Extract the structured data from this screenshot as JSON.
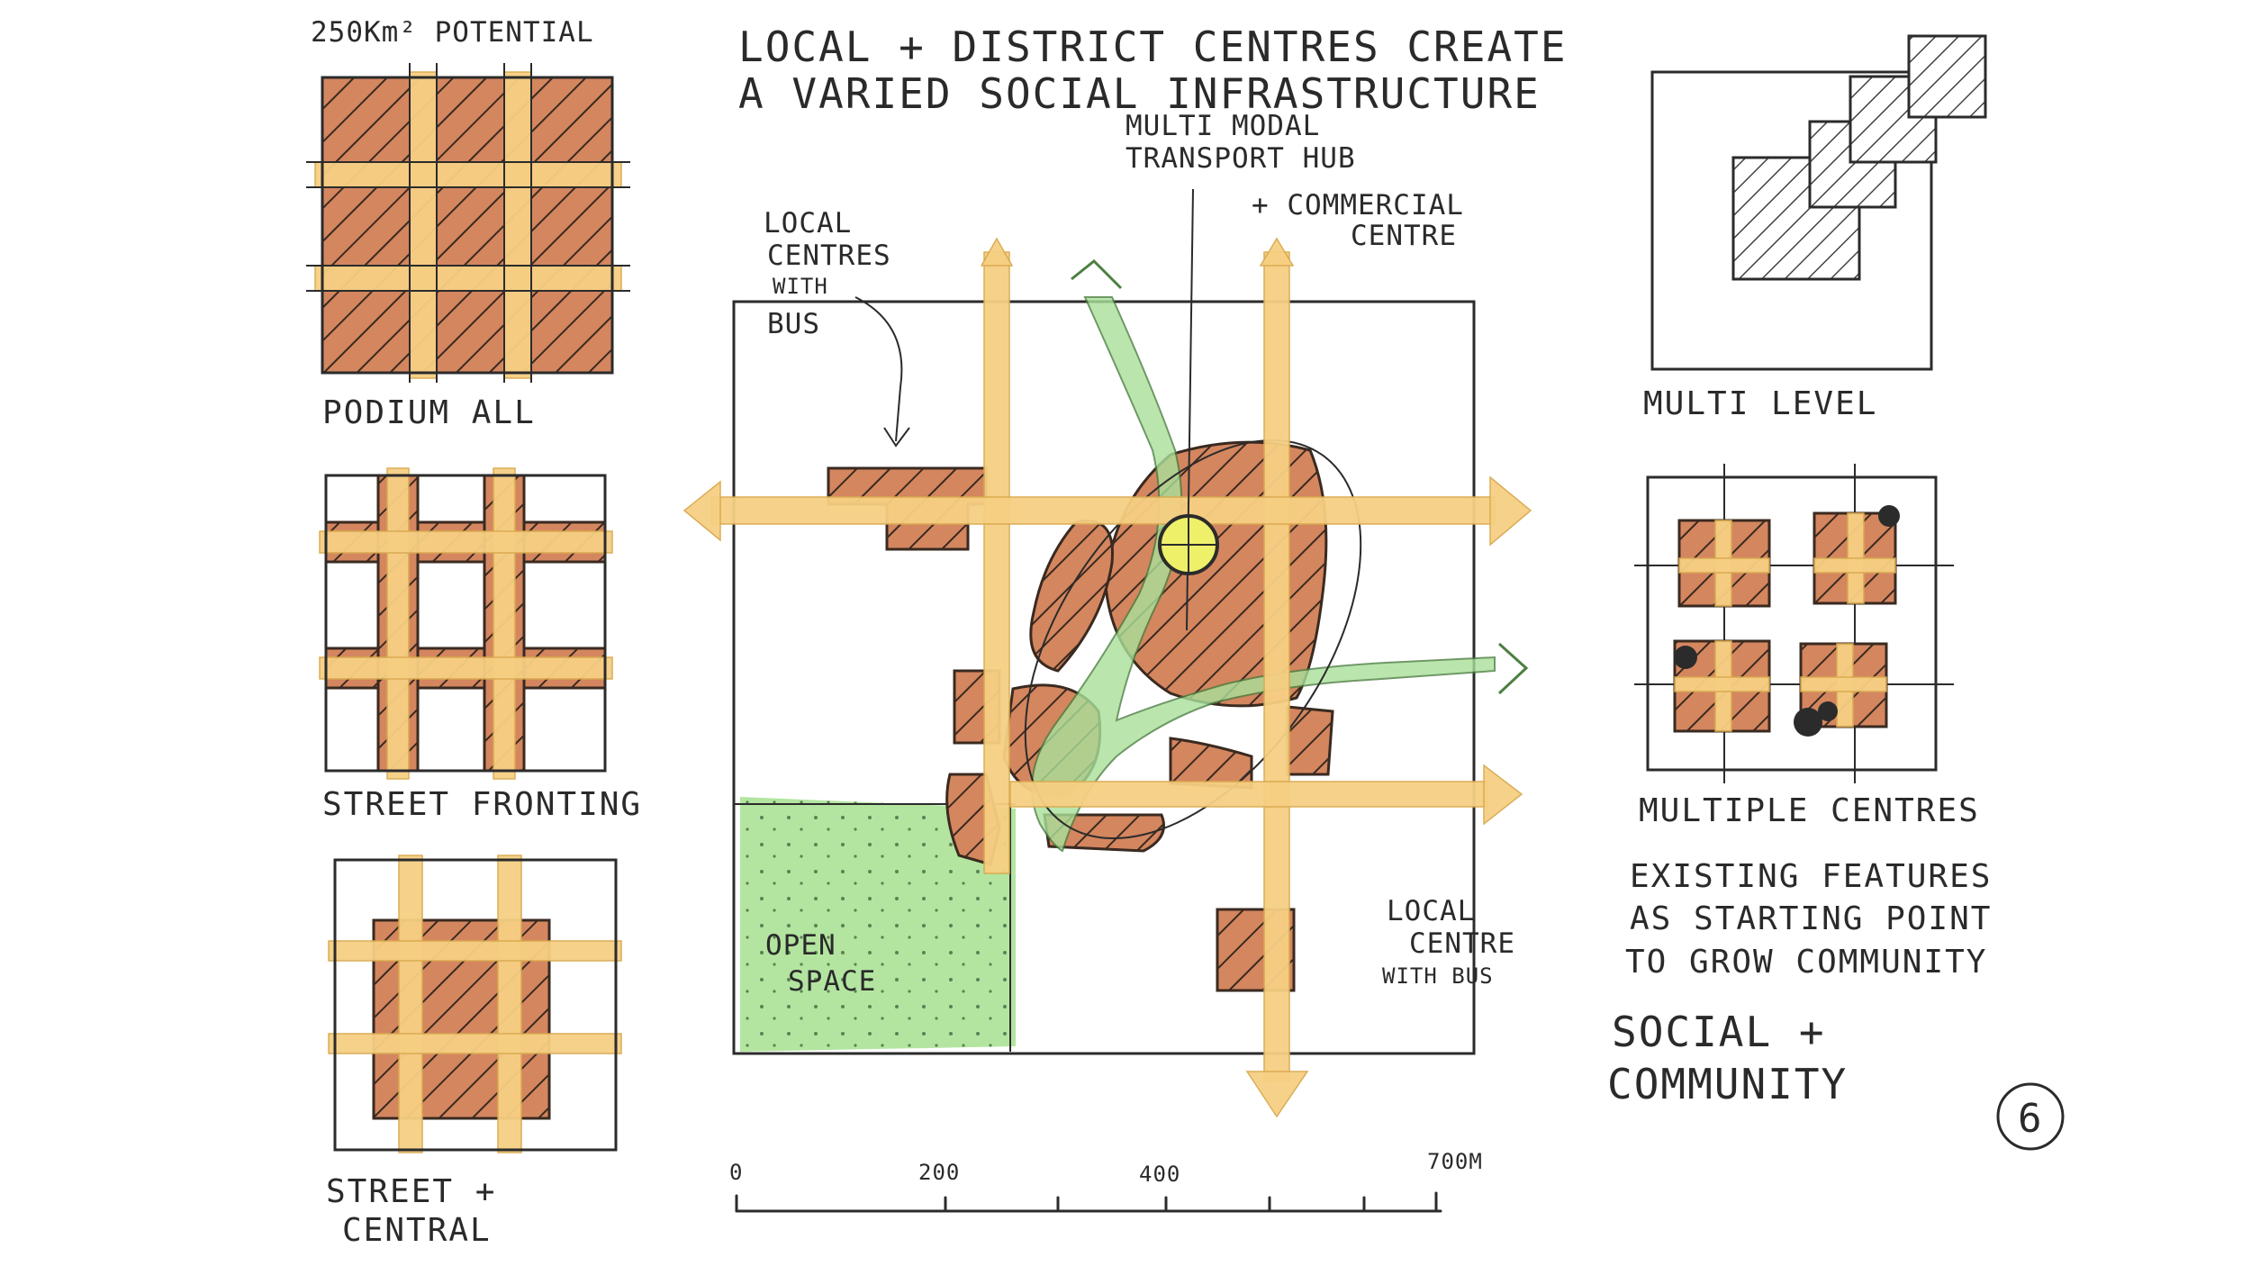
{
  "title": {
    "line1": "LOCAL + DISTRICT CENTRES CREATE",
    "line2": "A VARIED SOCIAL INFRASTRUCTURE"
  },
  "left_panels": {
    "top_note": "250Km² POTENTIAL",
    "podium_label": "PODIUM ALL",
    "street_fronting_label": "STREET FRONTING",
    "street_central_label_1": "STREET +",
    "street_central_label_2": "CENTRAL"
  },
  "map": {
    "hub_label_1": "MULTI MODAL",
    "hub_label_2": "TRANSPORT HUB",
    "commercial_label_1": "+ COMMERCIAL",
    "commercial_label_2": "CENTRE",
    "local_centres_1": "LOCAL",
    "local_centres_2": "CENTRES",
    "local_centres_3": "WITH",
    "local_centres_4": "BUS",
    "open_space_1": "OPEN",
    "open_space_2": "SPACE",
    "local_centre_bus_1": "LOCAL",
    "local_centre_bus_2": "CENTRE",
    "local_centre_bus_3": "WITH BUS",
    "scale": {
      "tick_0": "0",
      "tick_1": "200",
      "tick_2": "400",
      "tick_3": "700M"
    }
  },
  "right_panels": {
    "multi_level_label": "MULTI LEVEL",
    "multiple_centres_label": "MULTIPLE CENTRES",
    "note_line1": "EXISTING FEATURES",
    "note_line2": "AS STARTING POINT",
    "note_line3": "TO GROW COMMUNITY",
    "section_title_1": "SOCIAL +",
    "section_title_2": "COMMUNITY",
    "page_number": "6"
  },
  "colors": {
    "road": "#f6cf83",
    "block": "#d4865f",
    "open_space": "#9fdc8a",
    "hub": "#eef06a",
    "ink": "#2b2b2b"
  }
}
